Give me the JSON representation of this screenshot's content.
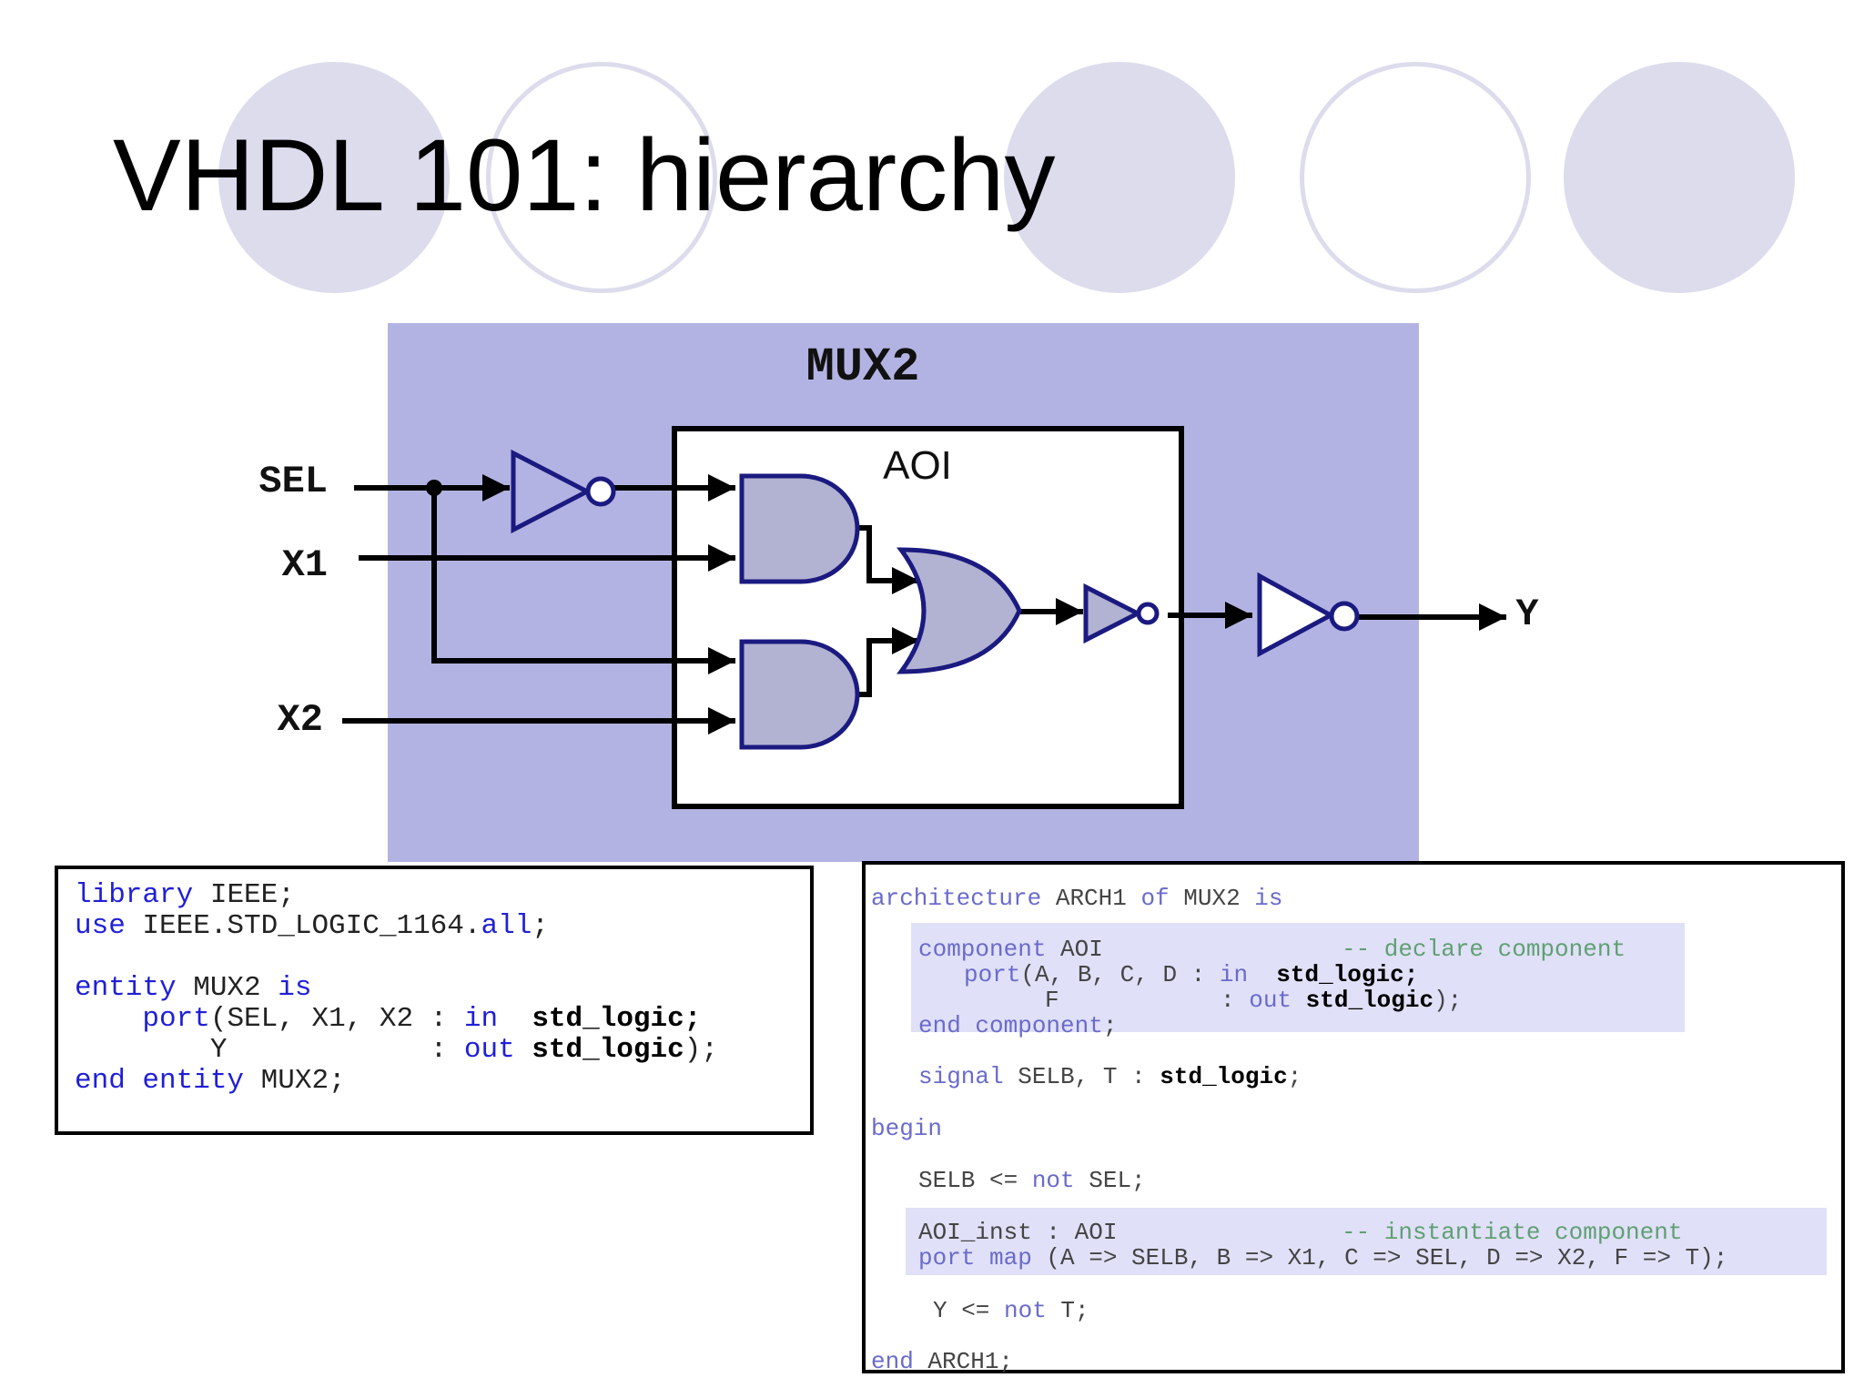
{
  "slide": {
    "title": "VHDL 101: hierarchy"
  },
  "diagram": {
    "outer_label": "MUX2",
    "inner_label": "AOI",
    "inputs": [
      "SEL",
      "X1",
      "X2"
    ],
    "output": "Y",
    "colors": {
      "outer_fill": "#b3b3e3",
      "gate_fill": "#b2b2d2",
      "gate_stroke": "#1a1a80"
    }
  },
  "entity_code": {
    "line1_kw": "library",
    "line1_rest": " IEEE;",
    "line2_kw": "use",
    "line2_rest": " IEEE.STD_LOGIC_1164.",
    "line2_kw2": "all",
    "line2_end": ";",
    "line4_kw": "entity",
    "line4_rest": " MUX2 ",
    "line4_kw2": "is",
    "line5_indent": "    ",
    "line5_kw": "port",
    "line5_rest": "(SEL, X1, X2 : ",
    "line5_kw2": "in",
    "line5_type": "  std_logic;",
    "line6_rest": "        Y            : ",
    "line6_kw": "out",
    "line6_type": " std_logic",
    "line6_end": ");",
    "line7_kw": "end entity",
    "line7_rest": " MUX2;"
  },
  "arch_code": {
    "l1_kw": "architecture",
    "l1_a": " ARCH1 ",
    "l1_kw2": "of",
    "l1_b": " MUX2 ",
    "l1_kw3": "is",
    "l2_kw": "component",
    "l2_a": " AOI",
    "l2_cm": "-- declare component",
    "l3_kw": "port",
    "l3_a": "(A, B, C, D : ",
    "l3_kw2": "in",
    "l3_type": "  std_logic;",
    "l4_a": "F",
    "l4_b": ": ",
    "l4_kw": "out",
    "l4_type": " std_logic",
    "l4_end": ");",
    "l5_kw": "end component",
    "l5_a": ";",
    "l6_kw": "signal",
    "l6_a": " SELB, T : ",
    "l6_type": "std_logic",
    "l6_end": ";",
    "l7_kw": "begin",
    "l8_a": "SELB <= ",
    "l8_kw": "not",
    "l8_b": " SEL;",
    "l9_a": "AOI_inst : AOI",
    "l9_cm": "-- instantiate component",
    "l10_kw": "port map",
    "l10_a": " (A => SELB, B => X1, C => SEL, D => X2, F => T);",
    "l11_a": "Y <= ",
    "l11_kw": "not",
    "l11_b": " T;",
    "l12_kw": "end",
    "l12_a": " ARCH1;"
  }
}
